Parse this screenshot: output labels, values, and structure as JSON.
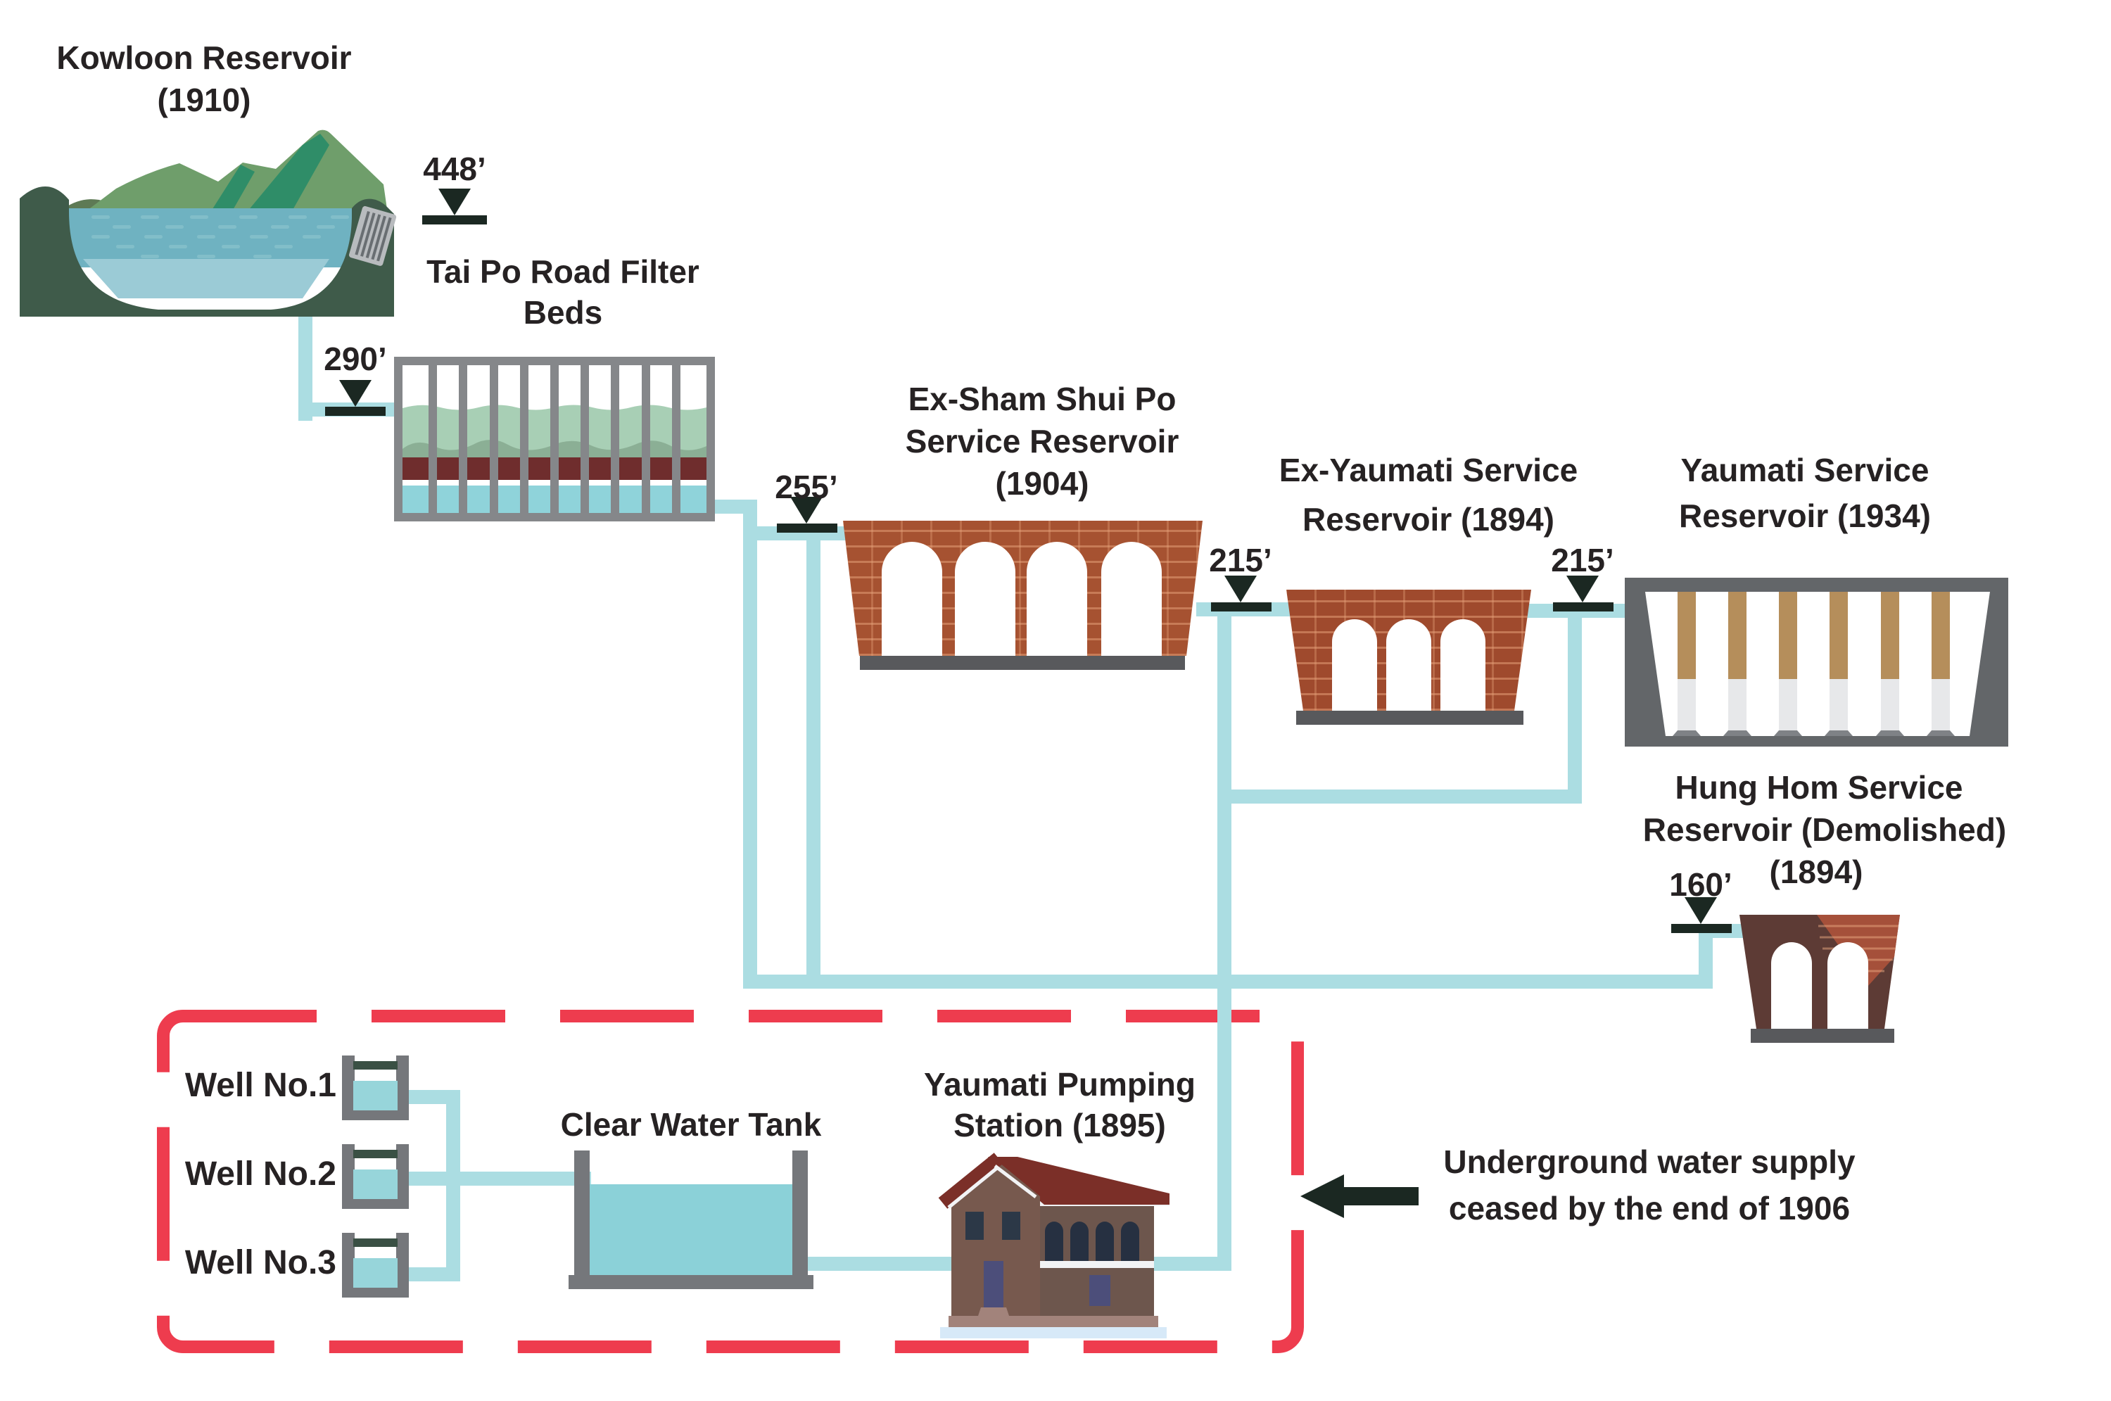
{
  "nodes": {
    "kowloon_reservoir": {
      "name_line1": "Kowloon Reservoir",
      "name_line2": "(1910)",
      "elevation": "448’"
    },
    "tai_po_filter_beds": {
      "name_line1": "Tai Po Road Filter",
      "name_line2": "Beds",
      "elevation": "290’"
    },
    "ex_sham_shui_po": {
      "name_line1": "Ex-Sham Shui Po",
      "name_line2": "Service Reservoir",
      "name_line3": "(1904)",
      "elevation": "255’"
    },
    "ex_yaumati": {
      "name_line1": "Ex-Yaumati Service",
      "name_line2": "Reservoir (1894)",
      "elevation": "215’"
    },
    "yaumati": {
      "name_line1": "Yaumati Service",
      "name_line2": "Reservoir (1934)",
      "elevation": "215’"
    },
    "hung_hom": {
      "name_line1": "Hung Hom Service",
      "name_line2": "Reservoir (Demolished)",
      "name_line3": "(1894)",
      "elevation": "160’"
    },
    "well_1": {
      "label": "Well No.1"
    },
    "well_2": {
      "label": "Well No.2"
    },
    "well_3": {
      "label": "Well No.3"
    },
    "clear_water_tank": {
      "label": "Clear Water Tank"
    },
    "pumping_station": {
      "name_line1": "Yaumati Pumping",
      "name_line2": "Station (1895)"
    }
  },
  "annotation": {
    "line1": "Underground water supply",
    "line2": "ceased by the end of 1906"
  },
  "colors": {
    "pipe": "#abdde2",
    "marker": "#1b2822",
    "text": "#262223",
    "dash_red": "#ee3c4e",
    "filter_frame": "#85878a",
    "well_gray": "#75777b",
    "well_bar": "#3a5044",
    "well_water": "#97d5da",
    "tank_water": "#8bd1d8",
    "filter_water": "#8fd3da",
    "filter_green": "#a8cfb5",
    "filter_green_dark": "#86a98f",
    "filter_maroon": "#6f2d2d",
    "brick": "#a65231",
    "brick_dark": "#9f4a2d",
    "base_gray": "#58595c",
    "frame_gray_dark": "#636669",
    "column_tan": "#b58e5b",
    "column_light": "#e7e8ea",
    "column_foot": "#7f8286",
    "hunghom_maroon": "#5d3b35",
    "hunghom_brick": "#a5503a",
    "roof": "#7b2f28",
    "wall_tower": "#77594e",
    "wall_wing": "#6d564d",
    "window": "#2c3847",
    "window_arch": "#263041",
    "door": "#4c4e7a",
    "trim": "#f2f3f5",
    "base_strip": "#a2837b",
    "platform": "#d7e9f8",
    "valley": "#3f5b4a",
    "hill": "#6f9e6b",
    "hill_olive": "#5e7a55",
    "hill_teal": "#2f8d68",
    "lake": "#6fb2c1",
    "lake_light": "#9bcbd6",
    "wave": "#87c2cc",
    "dam": "#b8bbbe",
    "dam_stripe": "#696e72"
  }
}
